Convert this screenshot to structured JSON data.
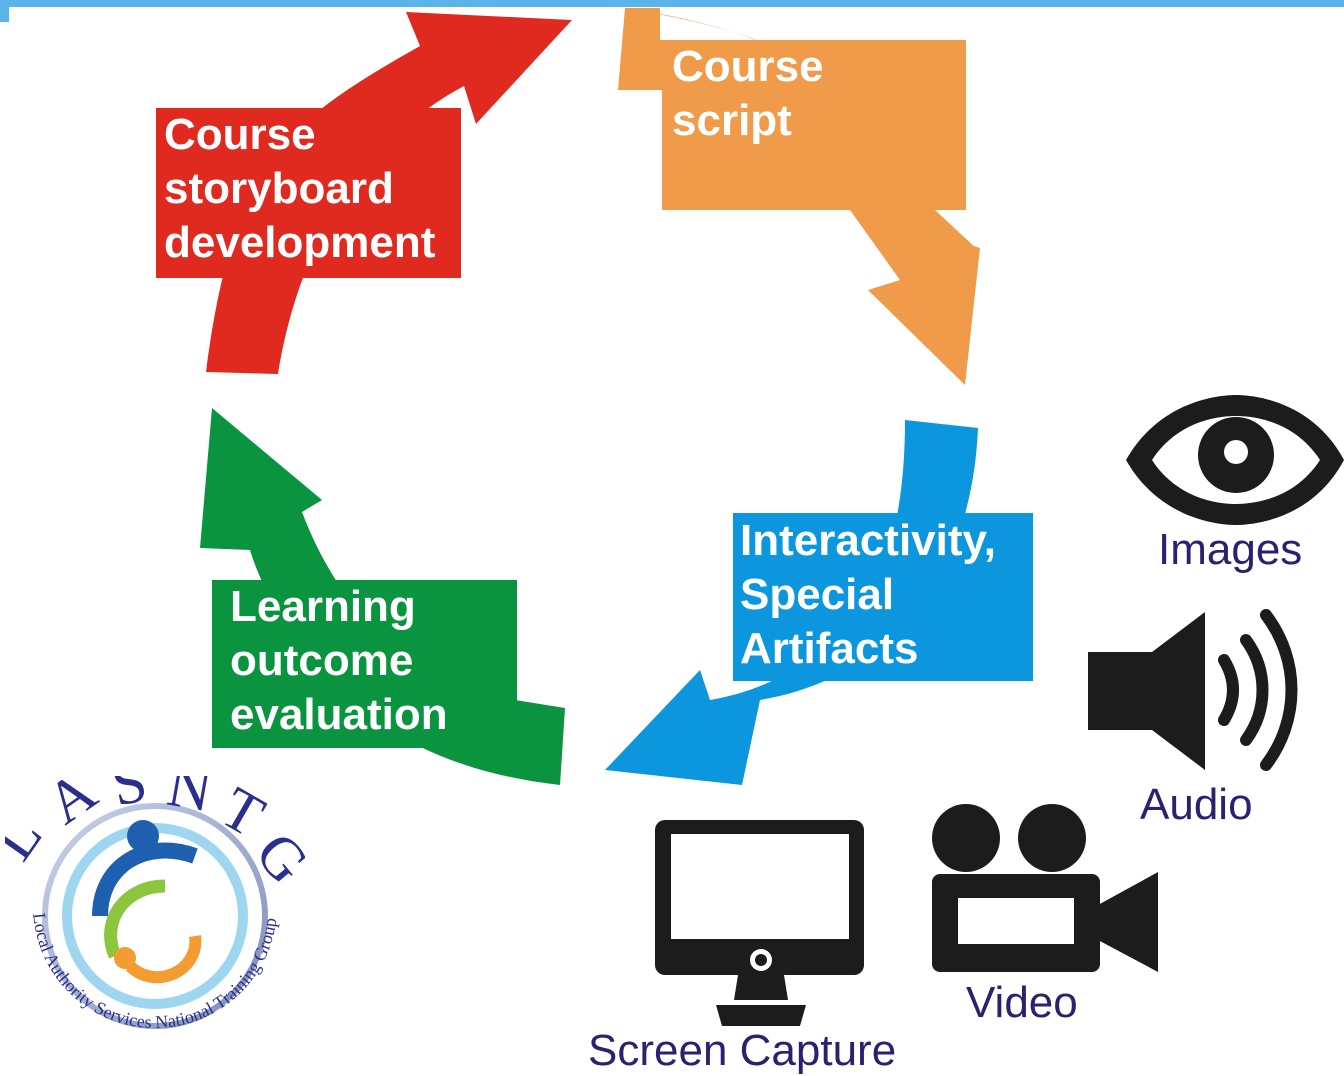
{
  "cycle": {
    "steps": [
      {
        "id": "storyboard",
        "lines": [
          "Course",
          "storyboard",
          "development"
        ],
        "color": "#e02a1f"
      },
      {
        "id": "script",
        "lines": [
          "Course",
          "script"
        ],
        "color": "#ef9b4a"
      },
      {
        "id": "interactivity",
        "lines": [
          "Interactivity,",
          "Special",
          "Artifacts"
        ],
        "color": "#0c96de"
      },
      {
        "id": "evaluation",
        "lines": [
          "Learning",
          "outcome",
          "evaluation"
        ],
        "color": "#0a9440"
      }
    ]
  },
  "media": {
    "images": {
      "label": "Images",
      "icon": "eye-icon"
    },
    "audio": {
      "label": "Audio",
      "icon": "speaker-icon"
    },
    "video": {
      "label": "Video",
      "icon": "video-camera-icon"
    },
    "screen_capture": {
      "label": "Screen Capture",
      "icon": "monitor-icon"
    },
    "label_color": "#2a2170",
    "icon_color": "#1c1c1c"
  },
  "logo": {
    "letters": [
      "L",
      "A",
      "S",
      "N",
      "T",
      "G"
    ],
    "ring_text": "Local Authority Services National Training Group"
  },
  "colors": {
    "top_bar": "#5ab4ea"
  }
}
